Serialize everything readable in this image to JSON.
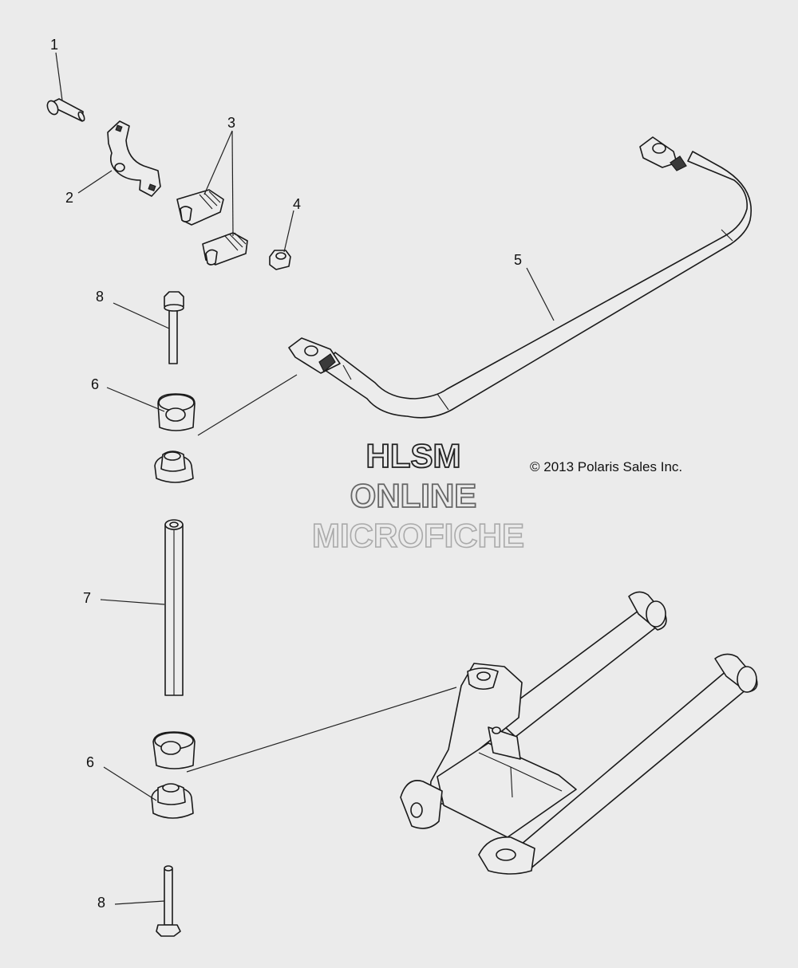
{
  "callouts": [
    {
      "id": "c1",
      "label": "1"
    },
    {
      "id": "c2",
      "label": "2"
    },
    {
      "id": "c3",
      "label": "3"
    },
    {
      "id": "c4",
      "label": "4"
    },
    {
      "id": "c5",
      "label": "5"
    },
    {
      "id": "c8a",
      "label": "8"
    },
    {
      "id": "c6a",
      "label": "6"
    },
    {
      "id": "c7",
      "label": "7"
    },
    {
      "id": "c6b",
      "label": "6"
    },
    {
      "id": "c8b",
      "label": "8"
    }
  ],
  "copyright": "© 2013 Polaris Sales Inc.",
  "watermark": {
    "line1": "HLSM",
    "line2": "ONLINE",
    "line3": "MICROFICHE",
    "color1": "#222222",
    "color2": "#666666",
    "color3": "#aaaaaa"
  },
  "colors": {
    "background": "#ebebeb",
    "line": "#1a1a1a"
  }
}
